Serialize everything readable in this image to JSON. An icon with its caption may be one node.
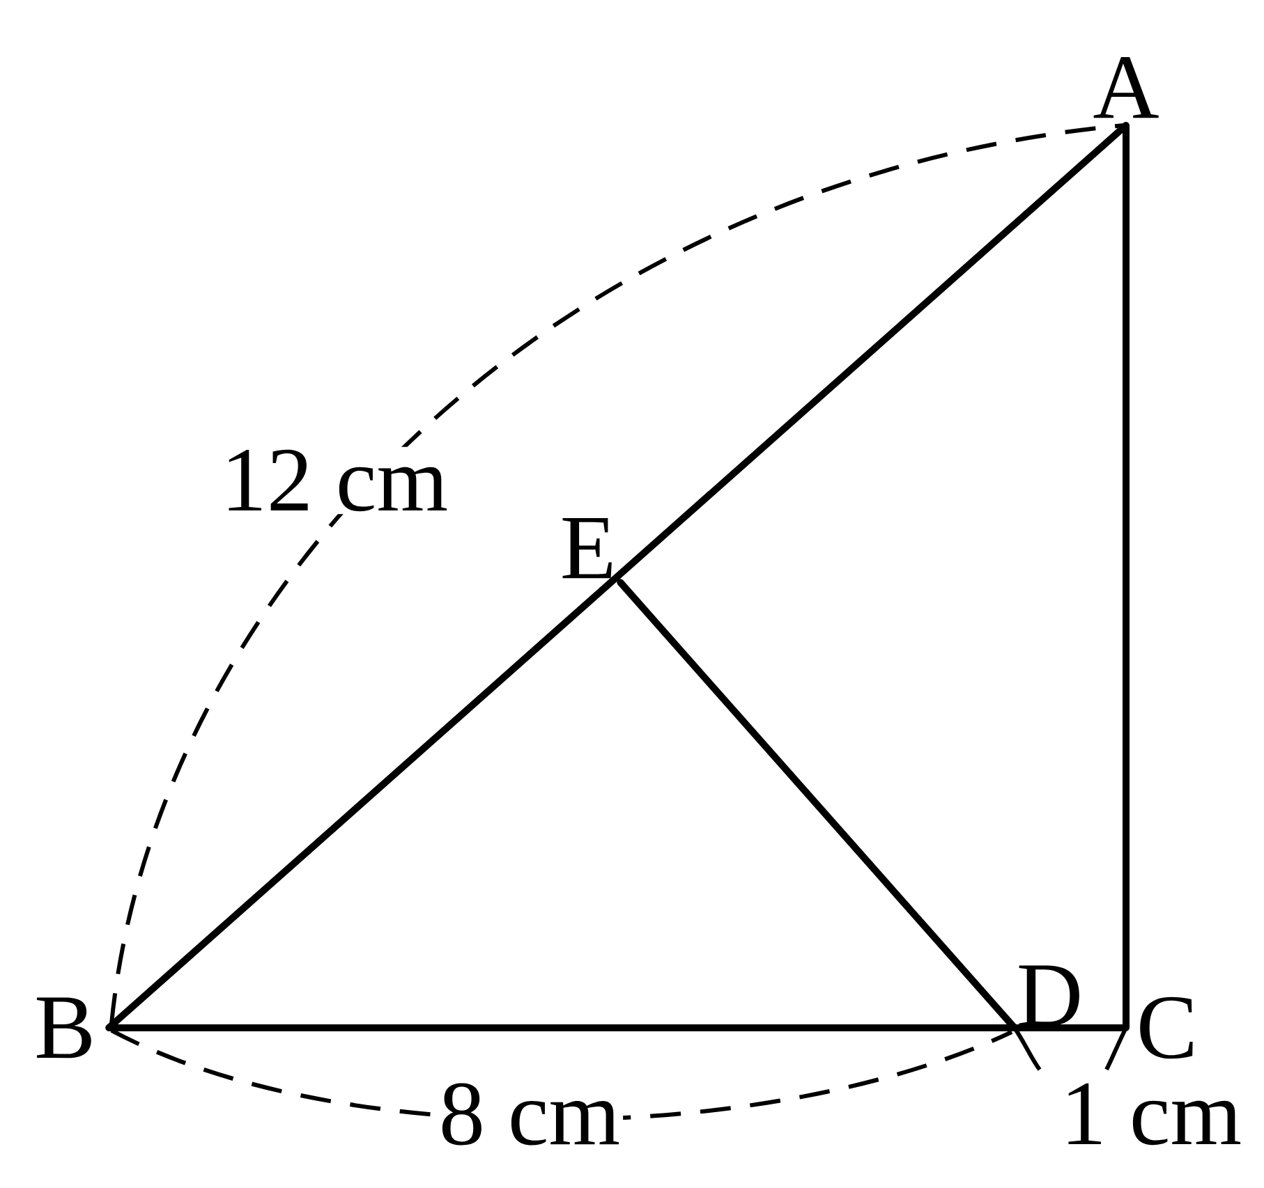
{
  "diagram": {
    "nodes": [
      {
        "text": [
          "A"
        ]
      },
      {
        "text": [
          "B"
        ]
      },
      {
        "text": [
          "C"
        ]
      },
      {
        "text": [
          "D"
        ]
      },
      {
        "text": [
          "E"
        ]
      }
    ],
    "edges": [
      {
        "from": 1,
        "to": 0,
        "arrow": "none"
      },
      {
        "from": 0,
        "to": 2,
        "arrow": "none"
      },
      {
        "from": 1,
        "to": 3,
        "arrow": "none"
      },
      {
        "from": 3,
        "to": 2,
        "arrow": "none"
      },
      {
        "from": 4,
        "to": 3,
        "arrow": "none"
      }
    ],
    "labels": [
      "12 cm",
      "8 cm",
      "1 cm"
    ]
  }
}
